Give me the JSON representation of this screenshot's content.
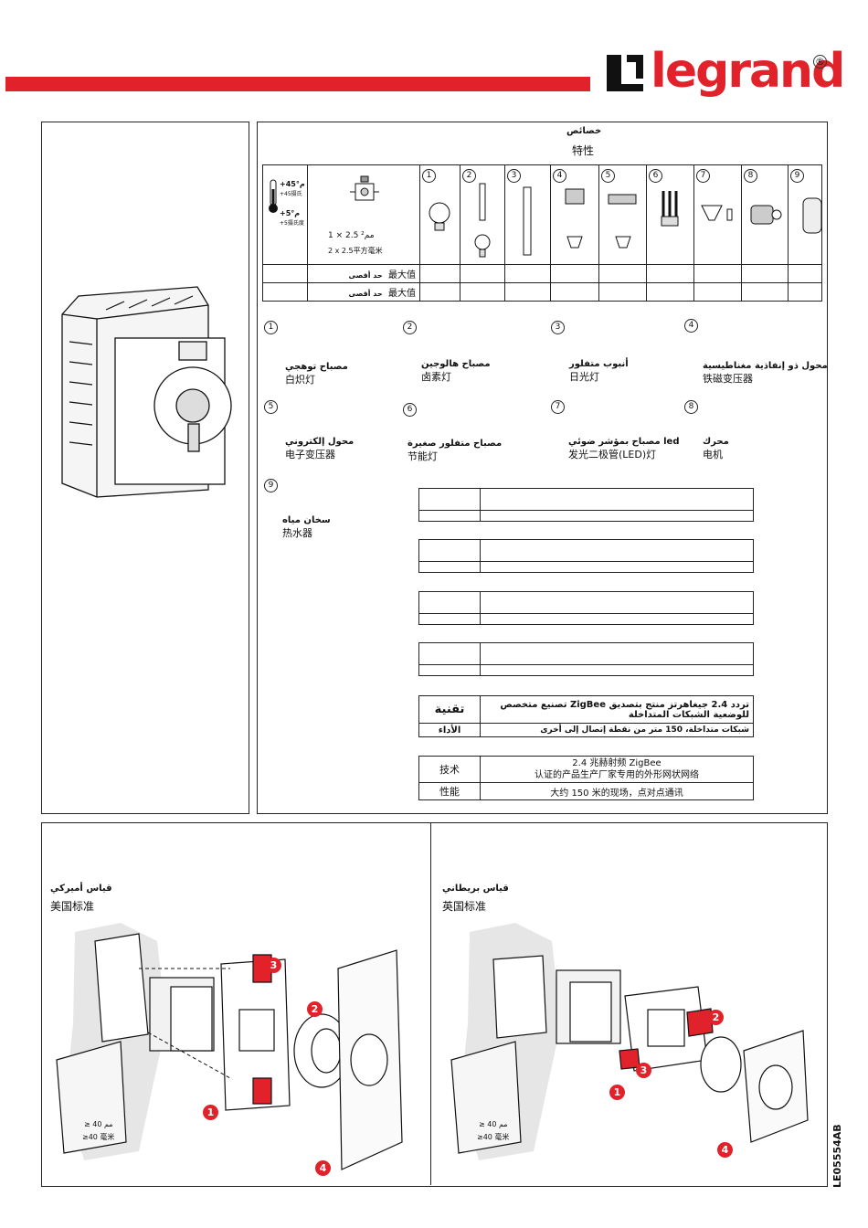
{
  "brand": {
    "name": "legrand",
    "registered": "®",
    "color": "#e1222b"
  },
  "features": {
    "title_ar": "خصائص",
    "title_cn": "特性",
    "temperature": {
      "high": "+45°م",
      "high_cn": "+45摄氏",
      "low": "+5°م",
      "low_cn": "+5摄氏度"
    },
    "wire": {
      "spec": "1 × 2.5 مم²",
      "spec_cn": "2 x 2.5平方毫米"
    },
    "columns": [
      "1",
      "2",
      "3",
      "4",
      "5",
      "6",
      "7",
      "8",
      "9"
    ],
    "rows": [
      {
        "ar": "حد أقصى",
        "cn": "最大值"
      },
      {
        "ar": "حد أقصى",
        "cn": "最大值"
      }
    ]
  },
  "legend": [
    {
      "num": "1",
      "ar": "مصباح توهجي",
      "cn": "白炽灯"
    },
    {
      "num": "2",
      "ar": "مصباح هالوجين",
      "cn": "卤素灯"
    },
    {
      "num": "3",
      "ar": "أنبوب متفلور",
      "cn": "日光灯"
    },
    {
      "num": "4",
      "ar": "محول ذو إنفاذية مغناطيسية",
      "cn": "铁磁变压器"
    },
    {
      "num": "5",
      "ar": "محول إلكتروني",
      "cn": "电子变压器"
    },
    {
      "num": "6",
      "ar": "مصباح متفلور صغيرة",
      "cn": "节能灯"
    },
    {
      "num": "7",
      "ar": "مصباح بمؤشر ضوئي led",
      "cn": "发光二极管(LED)灯"
    },
    {
      "num": "8",
      "ar": "محرك",
      "cn": "电机"
    },
    {
      "num": "9",
      "ar": "سخان مياه",
      "cn": "热水器"
    }
  ],
  "tech_ar": {
    "label1": "تقنية",
    "value1": "تردد 2.4 جيغاهرتز منتج بتصديق ZigBee تصنيع متخصص للوضعية الشبكات المتداخلة",
    "label2": "الأداء",
    "value2": "شبكات متداخلة، 150 متر من نقطة إتصال إلى أخرى"
  },
  "tech_cn": {
    "label1": "技术",
    "value1a": "2.4 兆赫射频 ZigBee",
    "value1b": "认证的产品生产厂家专用的外形网状网络",
    "label2": "性能",
    "value2": "大约 150 米的现场，点对点通讯"
  },
  "install": {
    "us": {
      "ar": "قياس أميركي",
      "cn": "美国标准",
      "depth_ar": "≥ 40 مم",
      "depth_cn": "≥40 毫米"
    },
    "uk": {
      "ar": "قياس بريطاني",
      "cn": "英国标准",
      "depth_ar": "≥ 40 مم",
      "depth_cn": "≥40 毫米"
    },
    "steps": [
      "1",
      "2",
      "3",
      "4"
    ]
  },
  "doc_code": "LE05554AB"
}
